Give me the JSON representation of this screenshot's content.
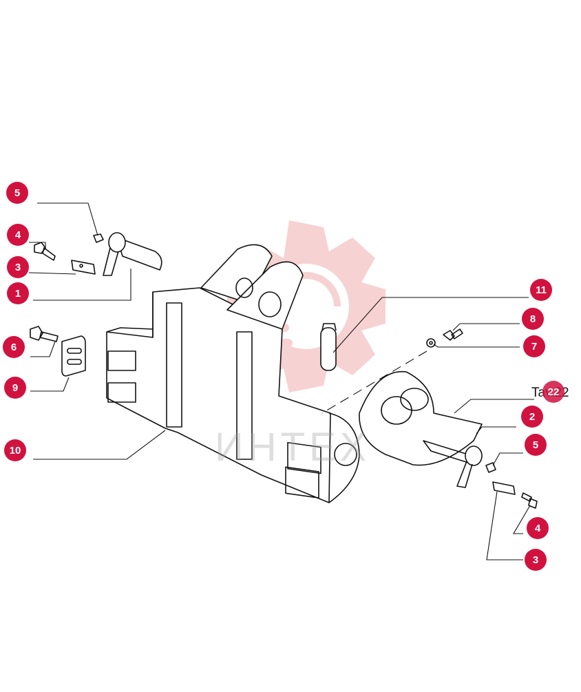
{
  "drawing": {
    "ref_text": "Tav.22",
    "watermark": "ИНТЕХ",
    "watermark_color": "#f3b8b8",
    "callout_color": "#d1123f",
    "line_color": "#111111"
  },
  "callouts": [
    {
      "id": "5a",
      "label": "5"
    },
    {
      "id": "4a",
      "label": "4"
    },
    {
      "id": "3a",
      "label": "3"
    },
    {
      "id": "1",
      "label": "1"
    },
    {
      "id": "6",
      "label": "6"
    },
    {
      "id": "9",
      "label": "9"
    },
    {
      "id": "10",
      "label": "10"
    },
    {
      "id": "11",
      "label": "11"
    },
    {
      "id": "8",
      "label": "8"
    },
    {
      "id": "7",
      "label": "7"
    },
    {
      "id": "22",
      "label": "22"
    },
    {
      "id": "2",
      "label": "2"
    },
    {
      "id": "5b",
      "label": "5"
    },
    {
      "id": "4b",
      "label": "4"
    },
    {
      "id": "3b",
      "label": "3"
    }
  ]
}
